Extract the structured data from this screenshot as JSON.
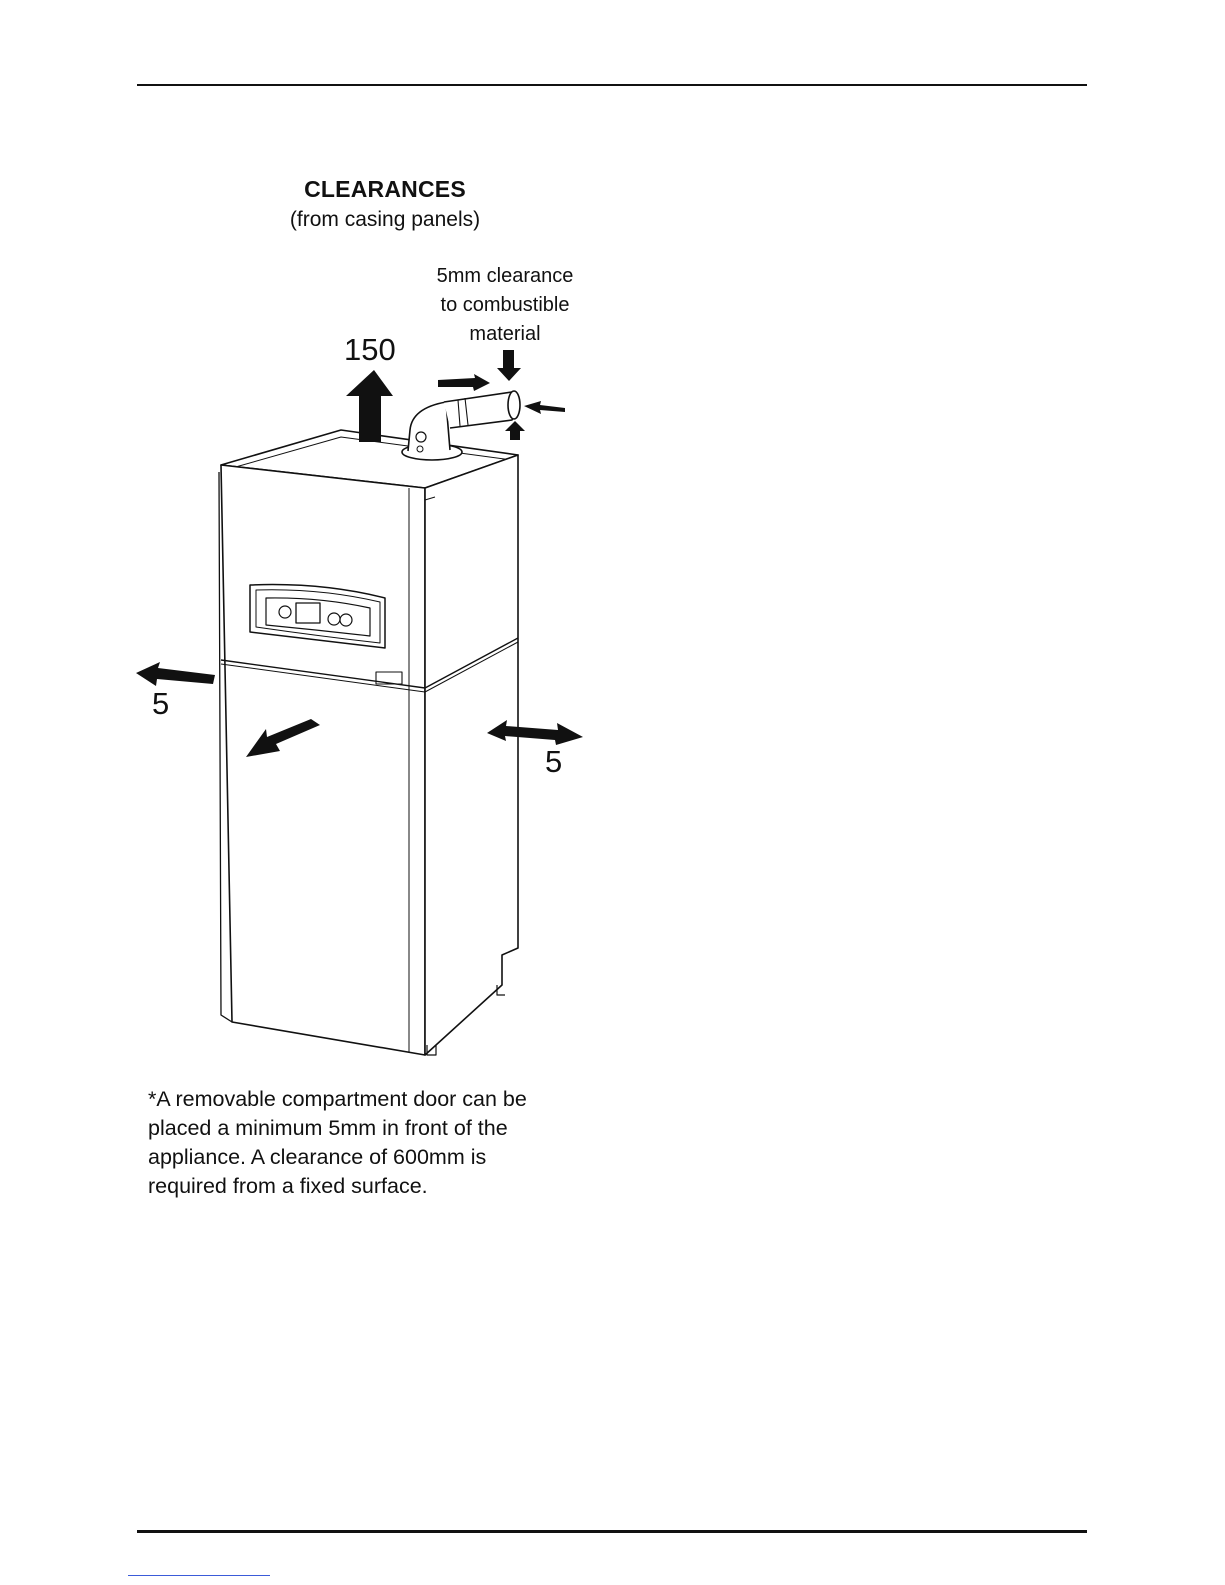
{
  "figure": {
    "title": "CLEARANCES",
    "subtitle": "(from casing panels)",
    "flue_note": [
      "5mm clearance",
      "to combustible",
      "material"
    ],
    "dimensions": {
      "top": "150",
      "left": "5",
      "right": "5",
      "front_door": "*5",
      "front_fixed": "600"
    },
    "footnote": [
      "*A removable compartment door can be",
      "placed a minimum 5mm in front of the",
      "appliance. A clearance of 600mm is",
      "required from a fixed surface."
    ]
  }
}
